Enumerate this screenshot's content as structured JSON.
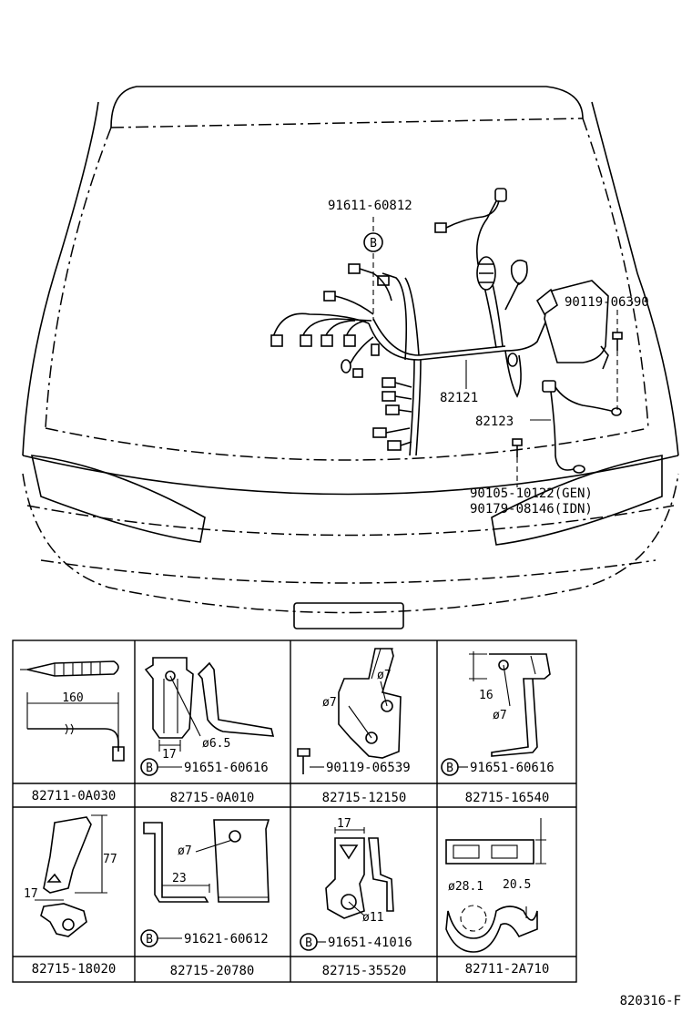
{
  "main_callouts": {
    "p91611": "91611-60812",
    "p90119a": "90119-06390",
    "p82121": "82121",
    "p82123": "82123",
    "p90105": "90105-10122(GEN)",
    "p90179": "90179-08146(IDN)",
    "marker_b": "B"
  },
  "parts_table": {
    "row1": [
      {
        "part_no": "82711-0A030",
        "dims": [
          "160"
        ],
        "fastener": ""
      },
      {
        "part_no": "82715-0A010",
        "dims": [
          "17",
          "ø6.5"
        ],
        "fastener": "91651-60616",
        "marker": "B"
      },
      {
        "part_no": "82715-12150",
        "dims": [
          "ø7",
          "ø7"
        ],
        "fastener": "90119-06539"
      },
      {
        "part_no": "82715-16540",
        "dims": [
          "16",
          "ø7"
        ],
        "fastener": "91651-60616",
        "marker": "B"
      }
    ],
    "row2": [
      {
        "part_no": "82715-18020",
        "dims": [
          "77",
          "17"
        ],
        "fastener": ""
      },
      {
        "part_no": "82715-20780",
        "dims": [
          "ø7",
          "23"
        ],
        "fastener": "91621-60612",
        "marker": "B"
      },
      {
        "part_no": "82715-35520",
        "dims": [
          "17",
          "ø11"
        ],
        "fastener": "91651-41016",
        "marker": "B"
      },
      {
        "part_no": "82711-2A710",
        "dims": [
          "ø28.1",
          "20.5"
        ],
        "fastener": ""
      }
    ]
  },
  "figure_code": "820316-F"
}
